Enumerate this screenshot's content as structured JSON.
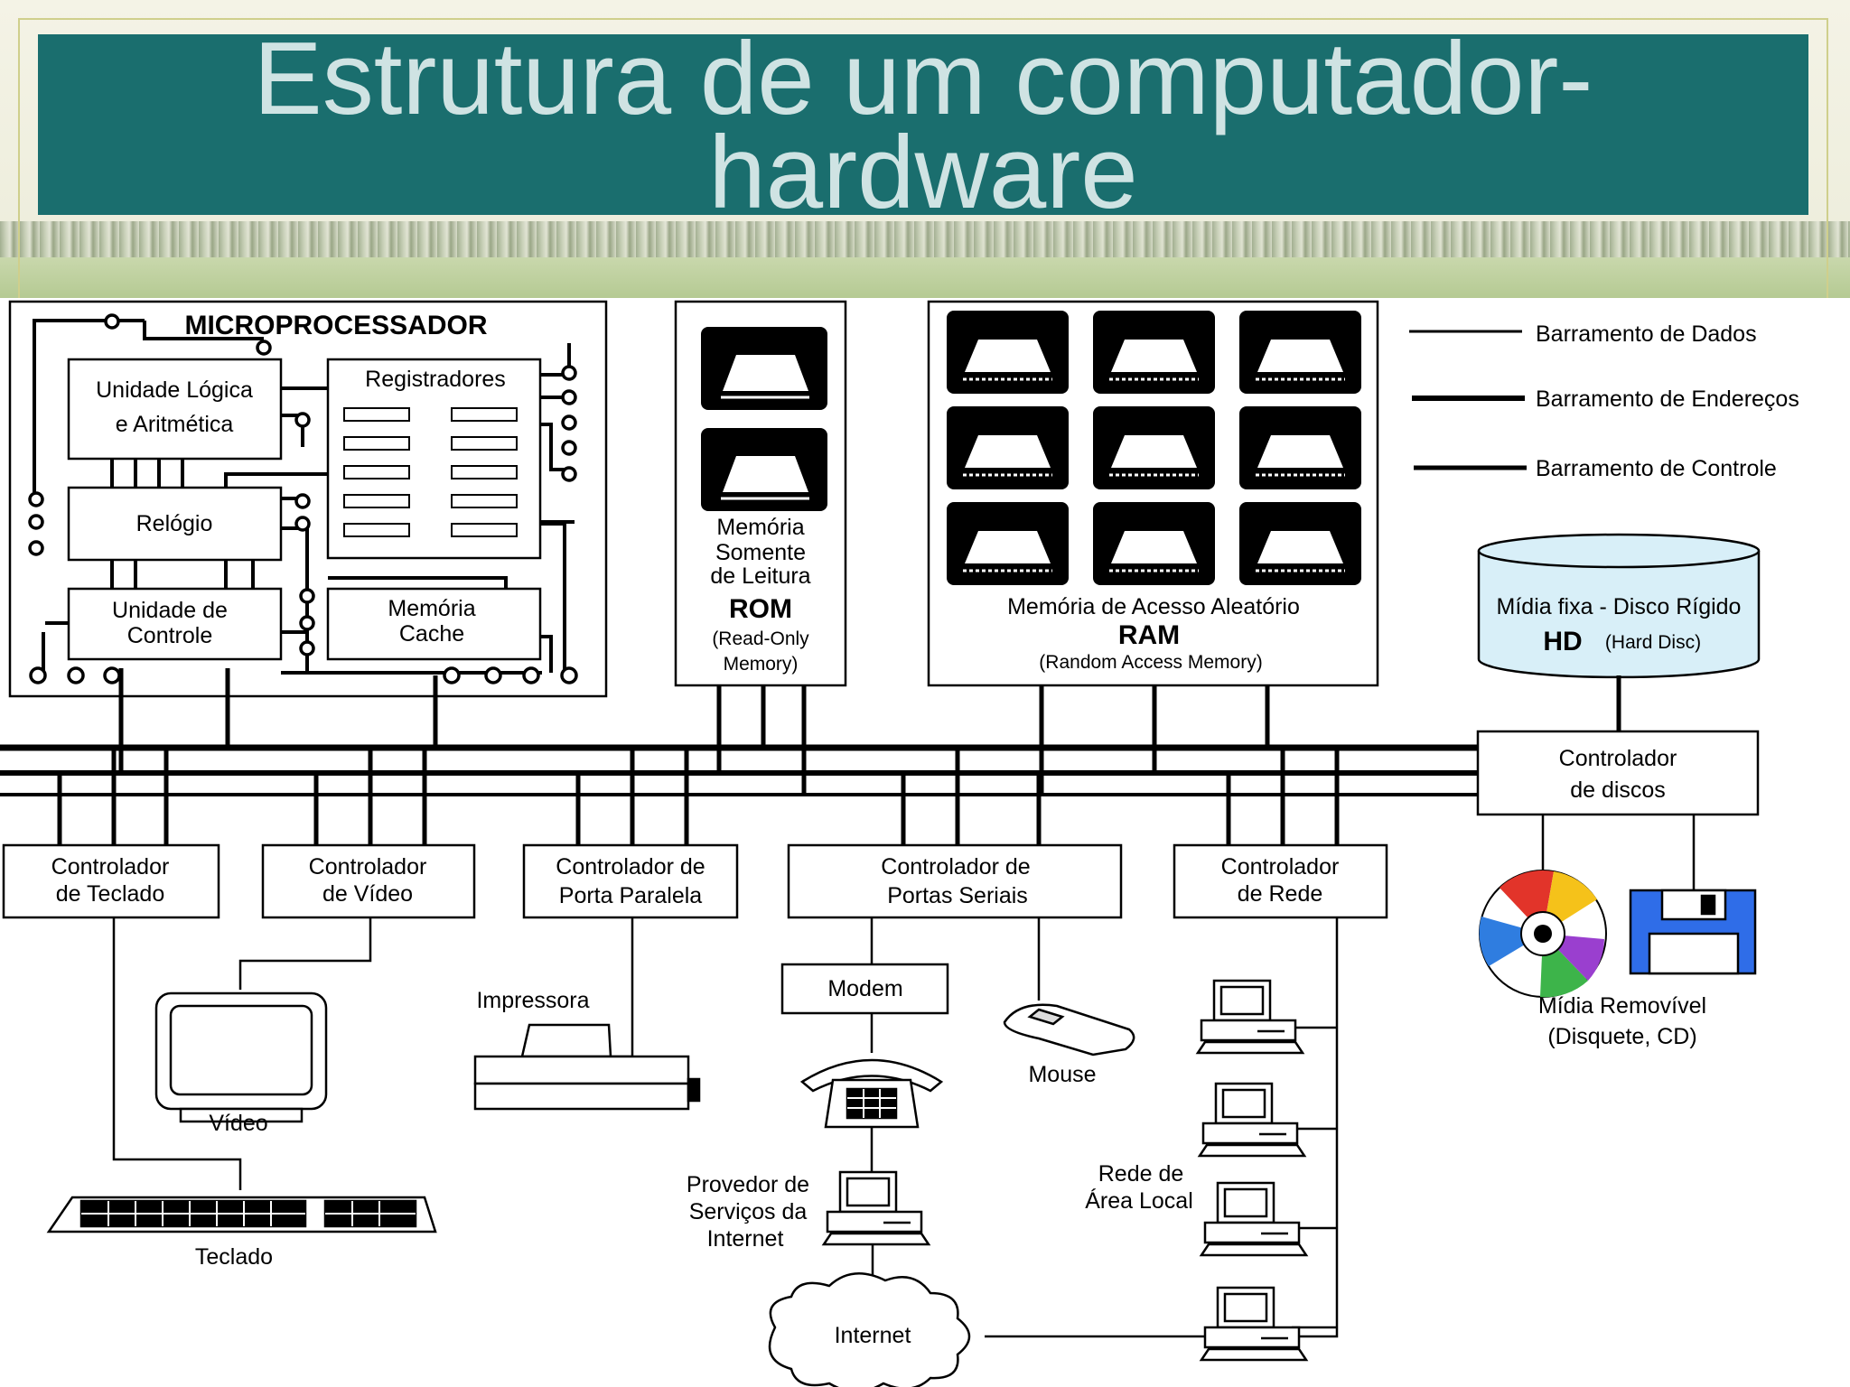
{
  "title": {
    "line1": "Estrutura de um computador-",
    "line2": "hardware"
  },
  "colors": {
    "title_banner": "#1a6e6e",
    "title_text": "#cfe3e3",
    "disk_fill": "#d8eff8"
  },
  "microprocessor": {
    "title": "MICROPROCESSADOR",
    "alu_line1": "Unidade Lógica",
    "alu_line2": "e Aritmética",
    "registers": "Registradores",
    "clock": "Relógio",
    "control_line1": "Unidade de",
    "control_line2": "Controle",
    "cache_line1": "Memória",
    "cache_line2": "Cache"
  },
  "rom": {
    "line1": "Memória",
    "line2": "Somente",
    "line3": "de Leitura",
    "name": "ROM",
    "sub1": "(Read-Only",
    "sub2": "Memory)"
  },
  "ram": {
    "desc": "Memória de Acesso Aleatório",
    "name": "RAM",
    "sub": "(Random Access Memory)"
  },
  "legend": {
    "data_bus": "Barramento de Dados",
    "address_bus": "Barramento de Endereços",
    "control_bus": "Barramento de Controle"
  },
  "hd": {
    "line1": "Mídia fixa - Disco Rígido",
    "name": "HD",
    "sub": "(Hard Disc)"
  },
  "disk_controller": {
    "line1": "Controlador",
    "line2": "de discos"
  },
  "controllers": {
    "keyboard": {
      "line1": "Controlador",
      "line2": "de Teclado"
    },
    "video": {
      "line1": "Controlador",
      "line2": "de Vídeo"
    },
    "parallel": {
      "line1": "Controlador de",
      "line2": "Porta Paralela"
    },
    "serial": {
      "line1": "Controlador de",
      "line2": "Portas Seriais"
    },
    "network": {
      "line1": "Controlador",
      "line2": "de Rede"
    }
  },
  "devices": {
    "video": "Vídeo",
    "keyboard": "Teclado",
    "printer": "Impressora",
    "modem": "Modem",
    "mouse": "Mouse",
    "isp_line1": "Provedor de",
    "isp_line2": "Serviços da",
    "isp_line3": "Internet",
    "internet": "Internet",
    "lan_line1": "Rede de",
    "lan_line2": "Área Local",
    "removable_line1": "Mídia Removível",
    "removable_line2": "(Disquete, CD)"
  }
}
